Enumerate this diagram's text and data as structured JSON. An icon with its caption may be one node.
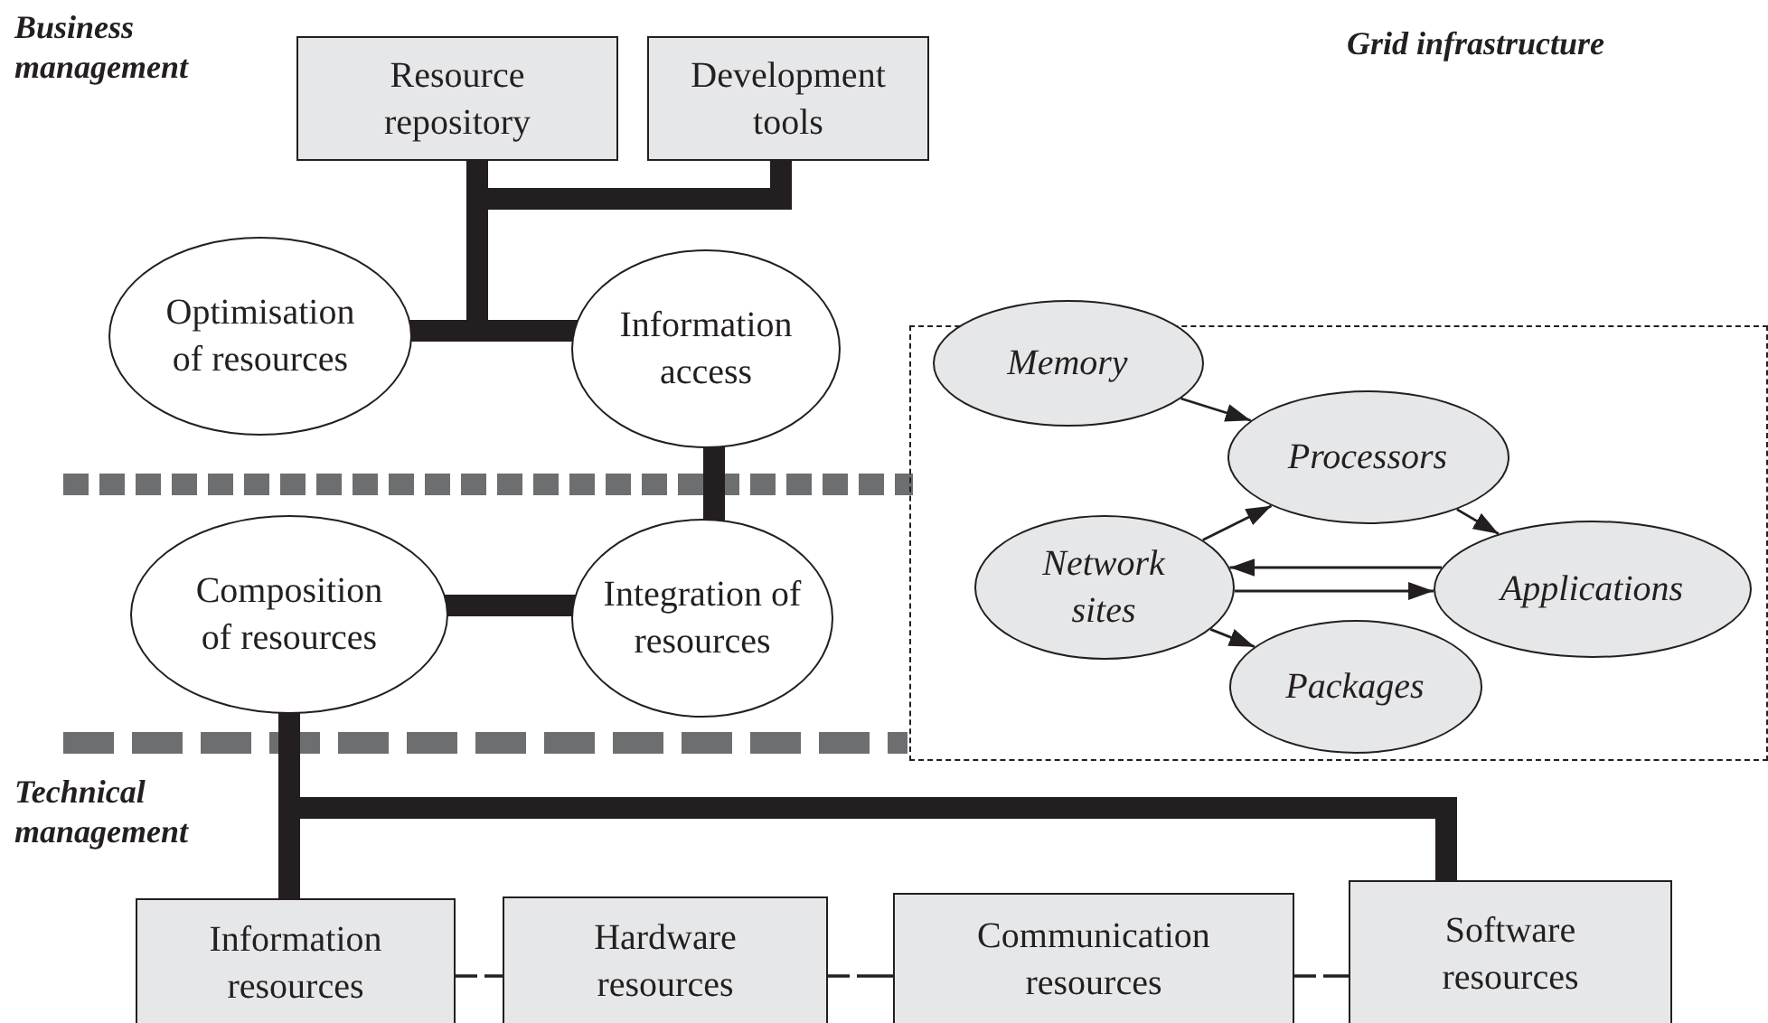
{
  "diagram": {
    "nodes": [
      {
        "text": [
          "Resource repository"
        ]
      },
      {
        "text": [
          "Development tools"
        ]
      },
      {
        "text": [
          "Optimisation of resources"
        ]
      },
      {
        "text": [
          "Information access"
        ]
      },
      {
        "text": [
          "Composition of resources"
        ]
      },
      {
        "text": [
          "Integration of resources"
        ]
      },
      {
        "text": [],
        "shape": "box"
      },
      {
        "text": [
          "Memory"
        ],
        "in": 6
      },
      {
        "text": [
          "Processors"
        ],
        "in": 6
      },
      {
        "text": [
          "Network sites"
        ],
        "in": 6
      },
      {
        "text": [
          "Applications"
        ],
        "in": 6
      },
      {
        "text": [
          "Packages"
        ],
        "in": 6
      },
      {
        "text": [
          "Information resources"
        ]
      },
      {
        "text": [
          "Hardware resources"
        ]
      },
      {
        "text": [
          "Communication resources"
        ]
      },
      {
        "text": [
          "Software resources"
        ]
      }
    ],
    "edges": [
      {
        "from": 0,
        "to": 2,
        "arrow": "none",
        "style": "thick"
      },
      {
        "from": 0,
        "to": 3,
        "arrow": "none",
        "style": "thick"
      },
      {
        "from": 1,
        "to": 2,
        "arrow": "none",
        "style": "thick"
      },
      {
        "from": 1,
        "to": 3,
        "arrow": "none",
        "style": "thick"
      },
      {
        "from": 3,
        "to": 5,
        "arrow": "none",
        "style": "thick"
      },
      {
        "from": 4,
        "to": 5,
        "arrow": "none",
        "style": "thick"
      },
      {
        "from": 4,
        "to": 12,
        "arrow": "none",
        "style": "thick"
      },
      {
        "from": 4,
        "to": 15,
        "arrow": "none",
        "style": "thick"
      },
      {
        "from": 12,
        "to": 13,
        "arrow": "none",
        "style": "dashed"
      },
      {
        "from": 13,
        "to": 14,
        "arrow": "none",
        "style": "dashed"
      },
      {
        "from": 14,
        "to": 15,
        "arrow": "none",
        "style": "dashed"
      },
      {
        "from": 7,
        "to": 8,
        "arrow": "to"
      },
      {
        "from": 9,
        "to": 8,
        "arrow": "to"
      },
      {
        "from": 8,
        "to": 10,
        "arrow": "to"
      },
      {
        "from": 10,
        "to": 9,
        "arrow": "to"
      },
      {
        "from": 9,
        "to": 10,
        "arrow": "to"
      },
      {
        "from": 9,
        "to": 11,
        "arrow": "to"
      }
    ],
    "labels": [
      "Business management",
      "Grid infrastructure",
      "Technical management"
    ]
  }
}
